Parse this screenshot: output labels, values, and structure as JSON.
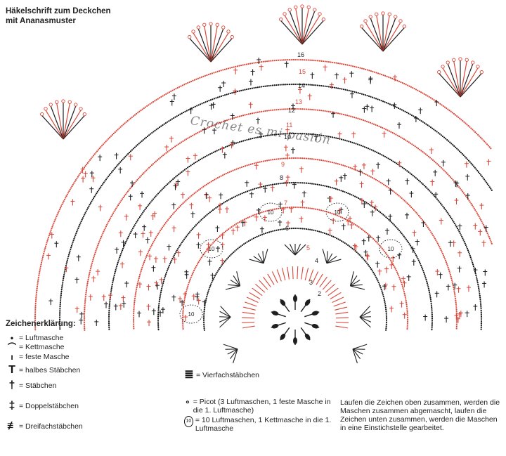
{
  "title": {
    "line1": "Häkelschrift zum Deckchen",
    "line2": "mit Ananasmuster"
  },
  "watermark": "Crochet es mi pasión",
  "colors": {
    "red": "#d9473a",
    "dark": "#1f1f1f"
  },
  "row_numbers": [
    "2",
    "3",
    "4",
    "5",
    "6",
    "7",
    "8",
    "9",
    "10",
    "11",
    "12",
    "13",
    "14",
    "15",
    "16"
  ],
  "ring_label": "10",
  "legend": {
    "heading": "Zeichenerklärung:",
    "items": [
      {
        "symbol": "•",
        "label": "= Luftmasche"
      },
      {
        "symbol": "⌒",
        "label": "= Kettmasche"
      },
      {
        "symbol": "ı",
        "label": "= feste Masche"
      },
      {
        "symbol": "T",
        "label": "= halbes Stäbchen"
      },
      {
        "symbol": "†",
        "label": "= Stäbchen"
      },
      {
        "symbol": "‡",
        "label": "= Doppelstäbchen"
      },
      {
        "symbol": "≢",
        "label": "= Dreifachstäbchen"
      }
    ],
    "items2": [
      {
        "symbol": "≣",
        "label": "= Vierfachstäbchen"
      },
      {
        "symbol": "∘",
        "label": "= Picot (3 Luftmaschen, 1 feste Masche in die 1. Luftmasche)"
      },
      {
        "symbol": "10",
        "label": "= 10 Luftmaschen, 1 Kettmasche in die 1. Luftmasche"
      }
    ]
  },
  "note": "Laufen die Zeichen oben zusammen, werden die Maschen zusammen abgemascht, laufen die Zeichen unten zusammen, werden die Maschen in eine Einstichstelle gearbeitet."
}
